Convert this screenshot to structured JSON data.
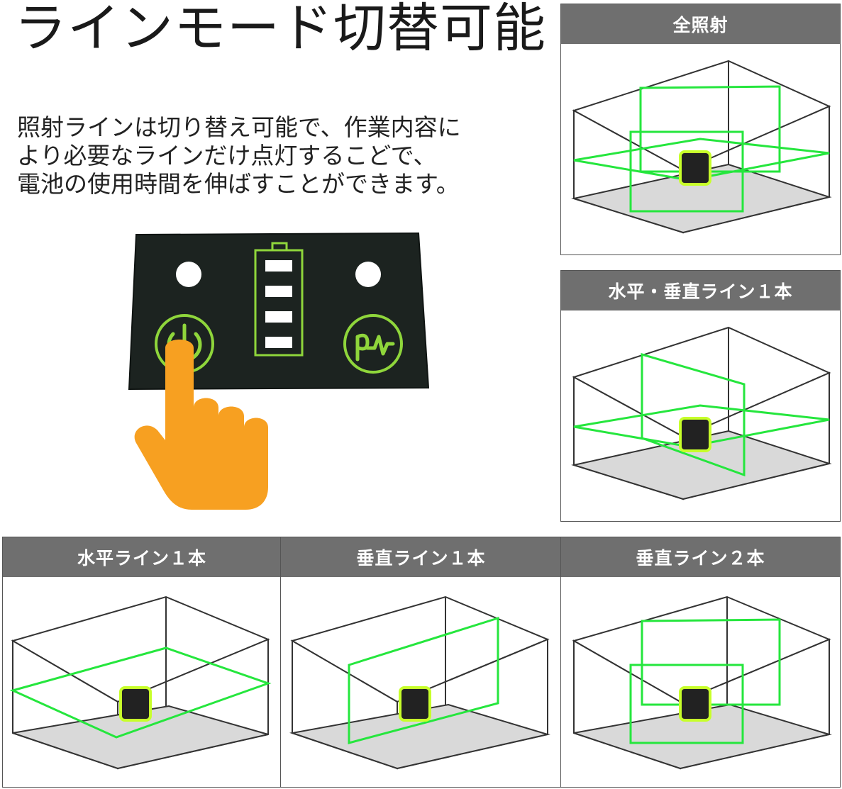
{
  "header": {
    "title": "ラインモード切替可能"
  },
  "description": {
    "lines": [
      "照射ラインは切り替え可能で、作業内容に",
      "より必要なラインだけ点灯するこどで、",
      "電池の使用時間を伸ばすことができます。"
    ]
  },
  "modes": [
    {
      "label": "全照射"
    },
    {
      "label": "水平・垂直ライン１本"
    },
    {
      "label": "水平ライン１本"
    },
    {
      "label": "垂直ライン１本"
    },
    {
      "label": "垂直ライン２本"
    }
  ],
  "control_panel": {
    "battery_bars": 4,
    "buttons": [
      "power-button",
      "pulse-button"
    ]
  },
  "colors": {
    "laser_green": "#25e63d",
    "button_green": "#8fd63b",
    "panel_bg": "#1c2320",
    "header_gray": "#6f6f6f",
    "hand_orange": "#f7a021"
  }
}
